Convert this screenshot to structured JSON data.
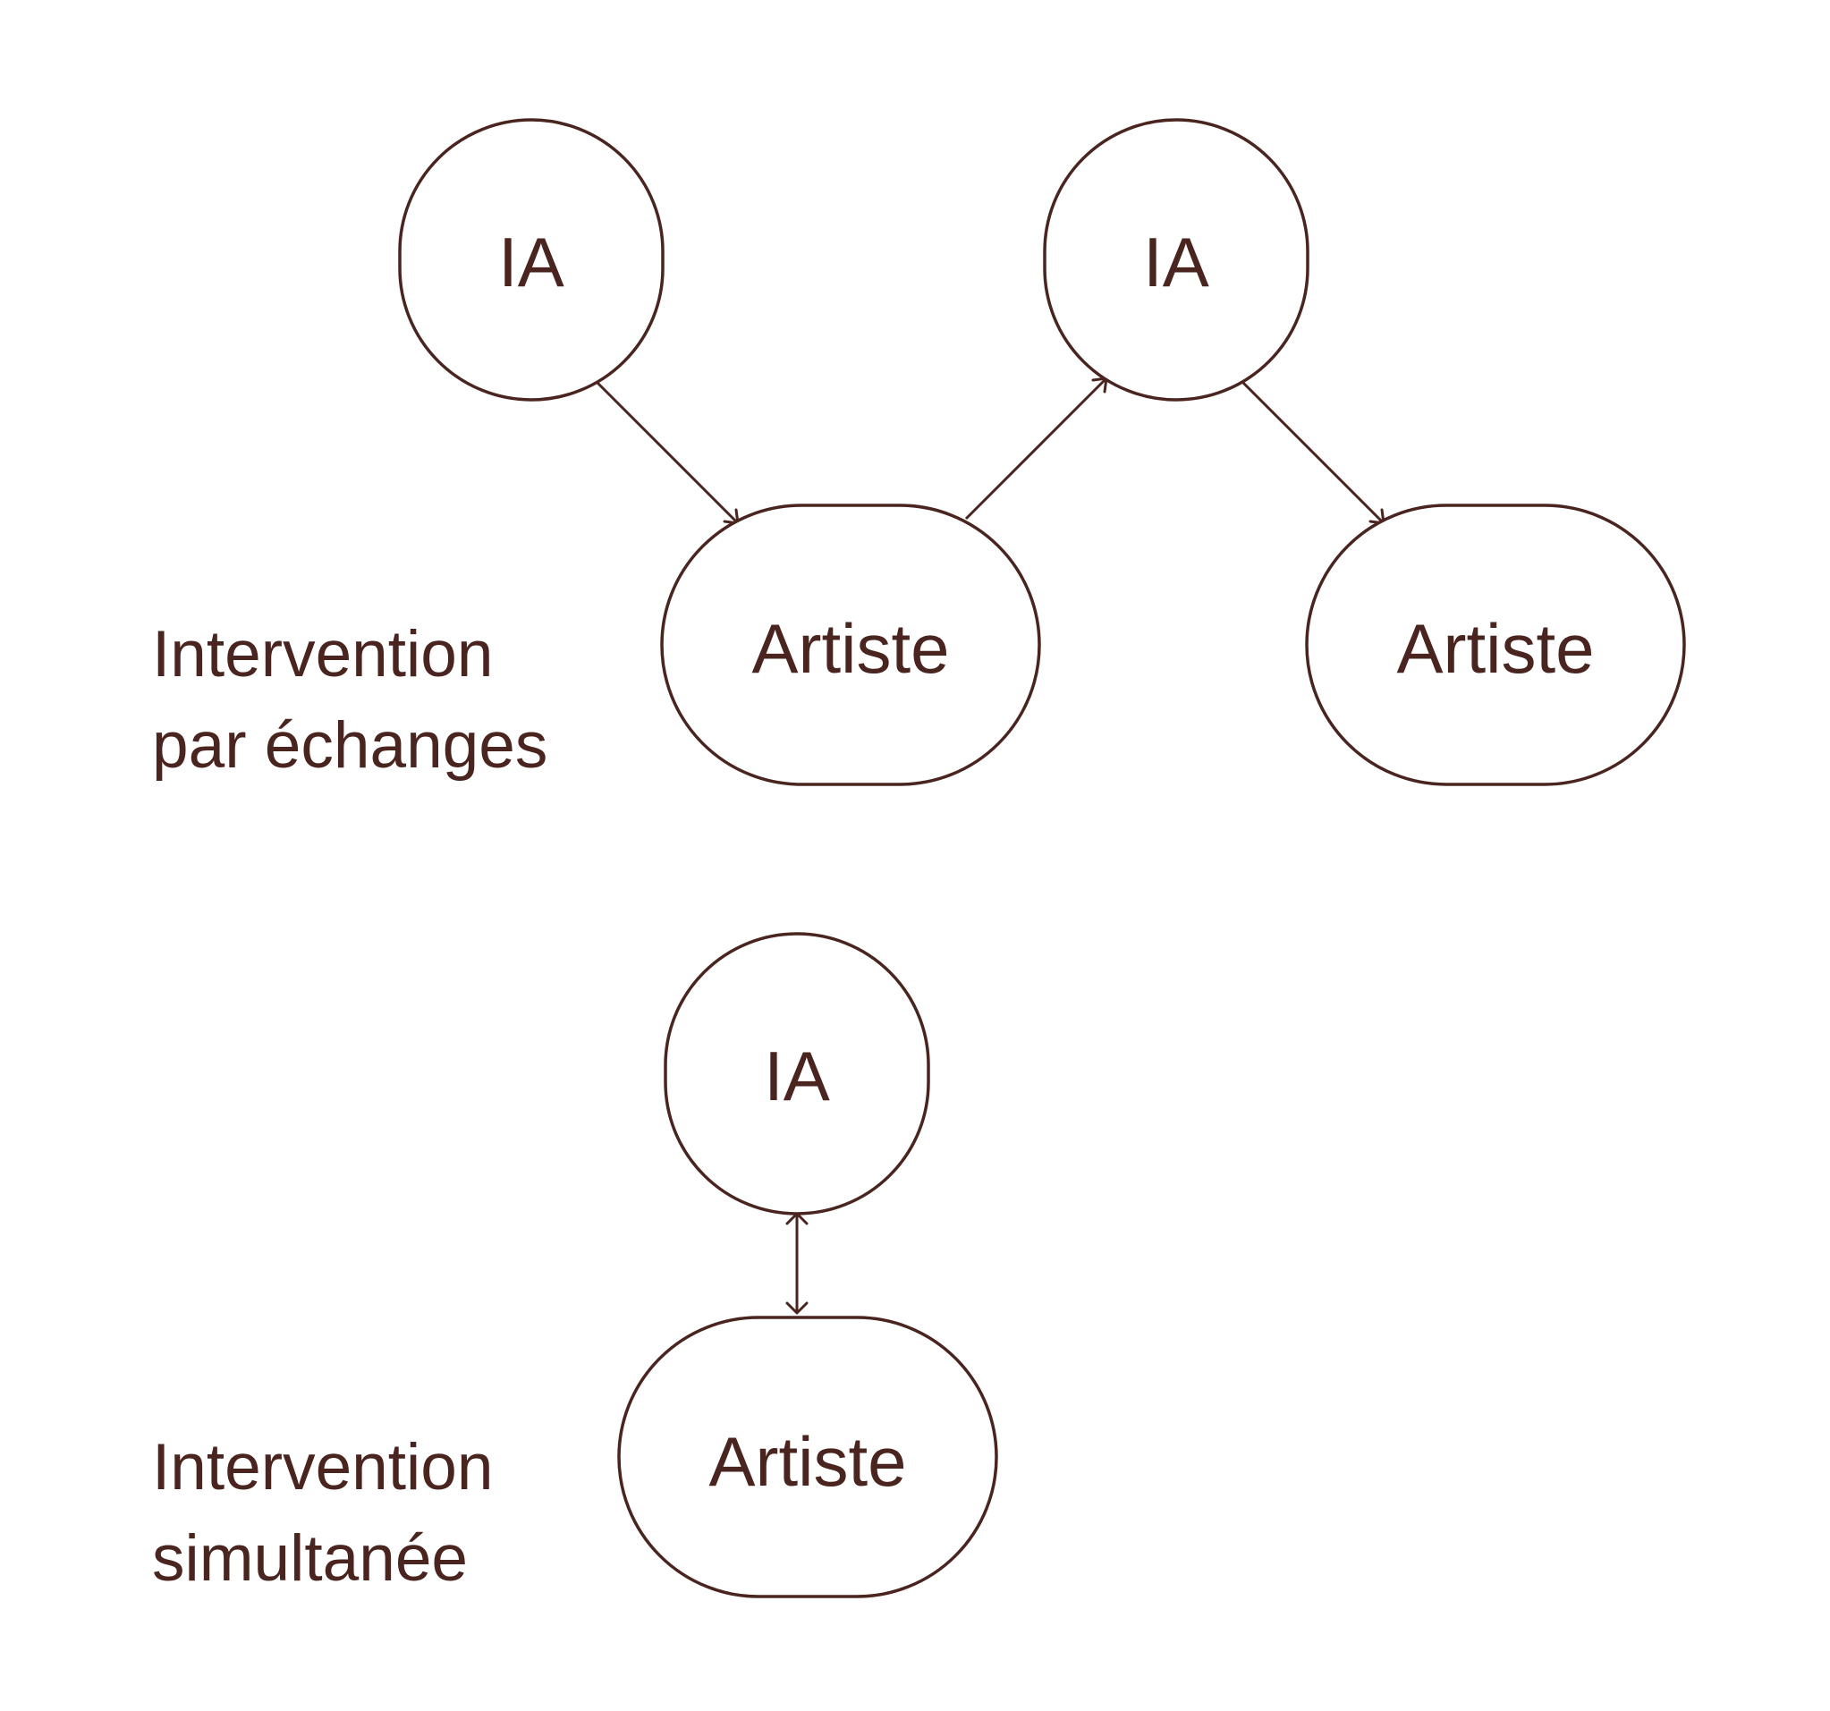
{
  "colors": {
    "ink": "#4a2520",
    "background": "#ffffff"
  },
  "sections": [
    {
      "label_line1": "Intervention",
      "label_line2": "par échanges",
      "nodes": [
        "IA",
        "Artiste",
        "IA",
        "Artiste"
      ],
      "edges": [
        {
          "from": 0,
          "to": 1,
          "direction": "forward"
        },
        {
          "from": 1,
          "to": 2,
          "direction": "forward"
        },
        {
          "from": 2,
          "to": 3,
          "direction": "forward"
        }
      ]
    },
    {
      "label_line1": "Intervention",
      "label_line2": "simultanée",
      "nodes": [
        "IA",
        "Artiste"
      ],
      "edges": [
        {
          "from": 0,
          "to": 1,
          "direction": "both"
        }
      ]
    }
  ]
}
